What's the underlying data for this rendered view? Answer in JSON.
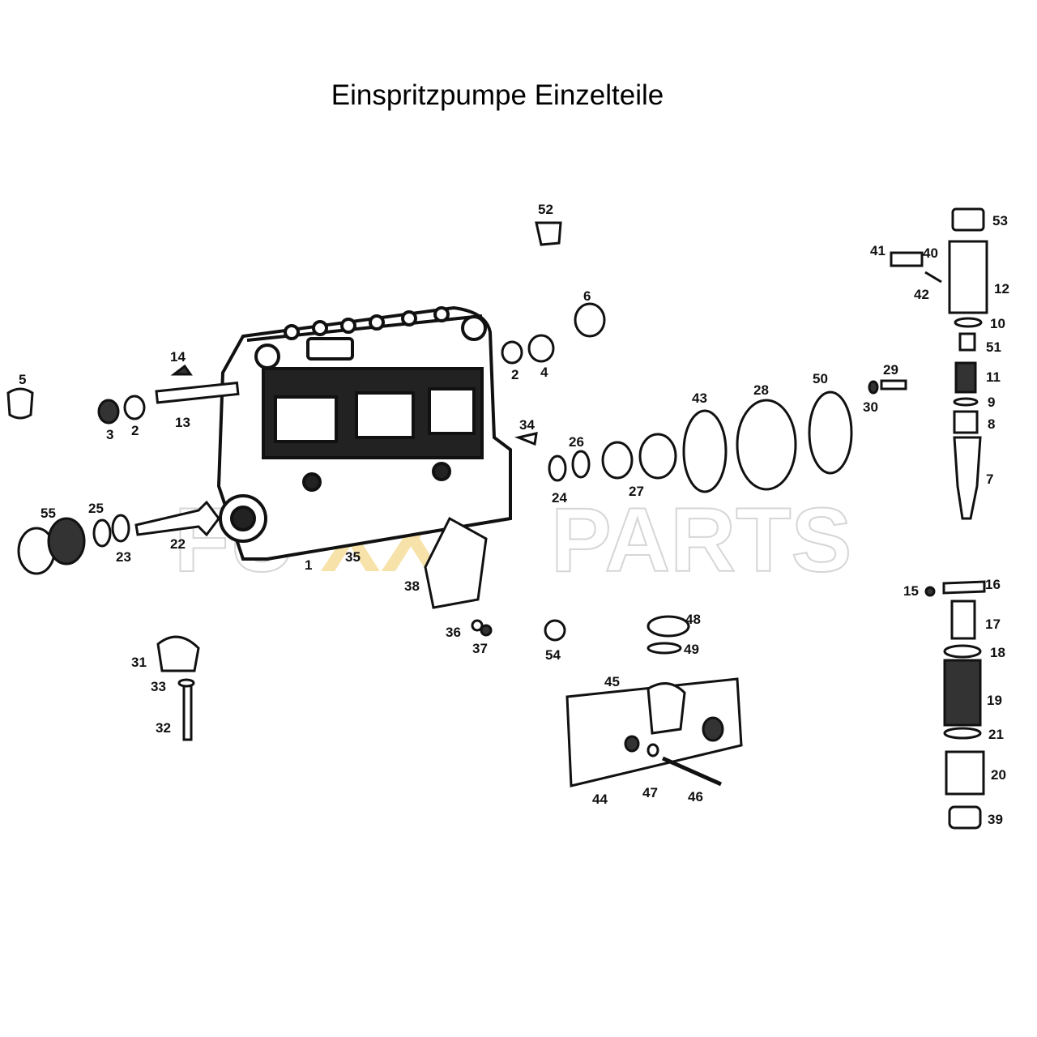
{
  "title": "Einspritzpumpe Einzelteile",
  "watermark": {
    "text_left": "FU",
    "text_mid": "XX",
    "text_right": "PARTS",
    "color_outline": "#cfcfcf",
    "color_accent": "#f3d27a"
  },
  "part_labels": [
    {
      "id": "1",
      "text": "1"
    },
    {
      "id": "2a",
      "text": "2"
    },
    {
      "id": "2b",
      "text": "2"
    },
    {
      "id": "3",
      "text": "3"
    },
    {
      "id": "4",
      "text": "4"
    },
    {
      "id": "5",
      "text": "5"
    },
    {
      "id": "6",
      "text": "6"
    },
    {
      "id": "7",
      "text": "7"
    },
    {
      "id": "8",
      "text": "8"
    },
    {
      "id": "9",
      "text": "9"
    },
    {
      "id": "10",
      "text": "10"
    },
    {
      "id": "11",
      "text": "11"
    },
    {
      "id": "12",
      "text": "12"
    },
    {
      "id": "13",
      "text": "13"
    },
    {
      "id": "14",
      "text": "14"
    },
    {
      "id": "15",
      "text": "15"
    },
    {
      "id": "16",
      "text": "16"
    },
    {
      "id": "17",
      "text": "17"
    },
    {
      "id": "18",
      "text": "18"
    },
    {
      "id": "19",
      "text": "19"
    },
    {
      "id": "20",
      "text": "20"
    },
    {
      "id": "21",
      "text": "21"
    },
    {
      "id": "22",
      "text": "22"
    },
    {
      "id": "23",
      "text": "23"
    },
    {
      "id": "24",
      "text": "24"
    },
    {
      "id": "25",
      "text": "25"
    },
    {
      "id": "26",
      "text": "26"
    },
    {
      "id": "27",
      "text": "27"
    },
    {
      "id": "28",
      "text": "28"
    },
    {
      "id": "29",
      "text": "29"
    },
    {
      "id": "30",
      "text": "30"
    },
    {
      "id": "31",
      "text": "31"
    },
    {
      "id": "32",
      "text": "32"
    },
    {
      "id": "33",
      "text": "33"
    },
    {
      "id": "34",
      "text": "34"
    },
    {
      "id": "35",
      "text": "35"
    },
    {
      "id": "36",
      "text": "36"
    },
    {
      "id": "37",
      "text": "37"
    },
    {
      "id": "38",
      "text": "38"
    },
    {
      "id": "39",
      "text": "39"
    },
    {
      "id": "40",
      "text": "40"
    },
    {
      "id": "41",
      "text": "41"
    },
    {
      "id": "42",
      "text": "42"
    },
    {
      "id": "43",
      "text": "43"
    },
    {
      "id": "44",
      "text": "44"
    },
    {
      "id": "45",
      "text": "45"
    },
    {
      "id": "46",
      "text": "46"
    },
    {
      "id": "47",
      "text": "47"
    },
    {
      "id": "48",
      "text": "48"
    },
    {
      "id": "49",
      "text": "49"
    },
    {
      "id": "50",
      "text": "50"
    },
    {
      "id": "51",
      "text": "51"
    },
    {
      "id": "52",
      "text": "52"
    },
    {
      "id": "53",
      "text": "53"
    },
    {
      "id": "54",
      "text": "54"
    },
    {
      "id": "55",
      "text": "55"
    }
  ]
}
